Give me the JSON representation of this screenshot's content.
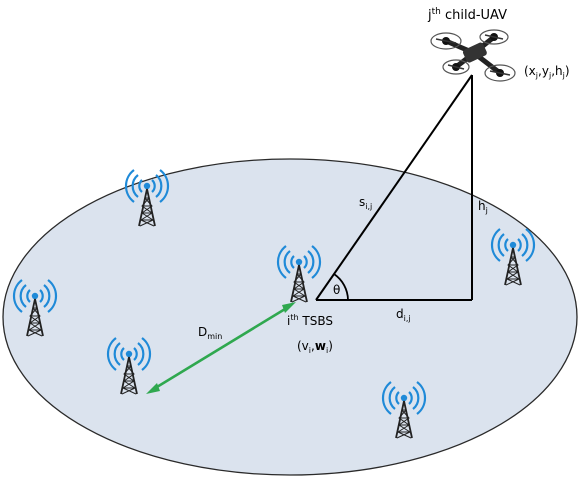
{
  "diagram": {
    "uav": {
      "title_base": "j",
      "title_sup": "th",
      "title_rest": " child-UAV",
      "coord_text": "(xj,yj,hj)",
      "coord_parts": [
        "(x",
        "j",
        ",y",
        "j",
        ",h",
        "j",
        ")"
      ]
    },
    "labels": {
      "s_base": "s",
      "s_sub": "i,j",
      "h_base": "h",
      "h_sub": "j",
      "d_base": "d",
      "d_sub": "i,j",
      "theta": "θ",
      "dmin_base": "D",
      "dmin_sub": "min",
      "tsbs_base": "i",
      "tsbs_sup": "th",
      "tsbs_rest": " TSBS",
      "vw_text": "(vi,wi)",
      "vw_parts": [
        "(v",
        "i",
        ",",
        "w",
        "i",
        ")"
      ]
    },
    "towers": [
      {
        "id": "tower-top-left",
        "role": "other-tsbs"
      },
      {
        "id": "tower-far-left",
        "role": "other-tsbs"
      },
      {
        "id": "tower-lower-left",
        "role": "nearest-tsbs"
      },
      {
        "id": "tower-center",
        "role": "ith-tsbs"
      },
      {
        "id": "tower-right",
        "role": "other-tsbs"
      },
      {
        "id": "tower-bottom",
        "role": "other-tsbs"
      }
    ],
    "colors": {
      "ellipse_fill": "#dbe3ee",
      "ellipse_stroke": "#2a2a2a",
      "radio_wave": "#1f8ad8",
      "tower": "#222222",
      "dmin_arrow": "#2fa84f",
      "lines": "#000000"
    }
  }
}
